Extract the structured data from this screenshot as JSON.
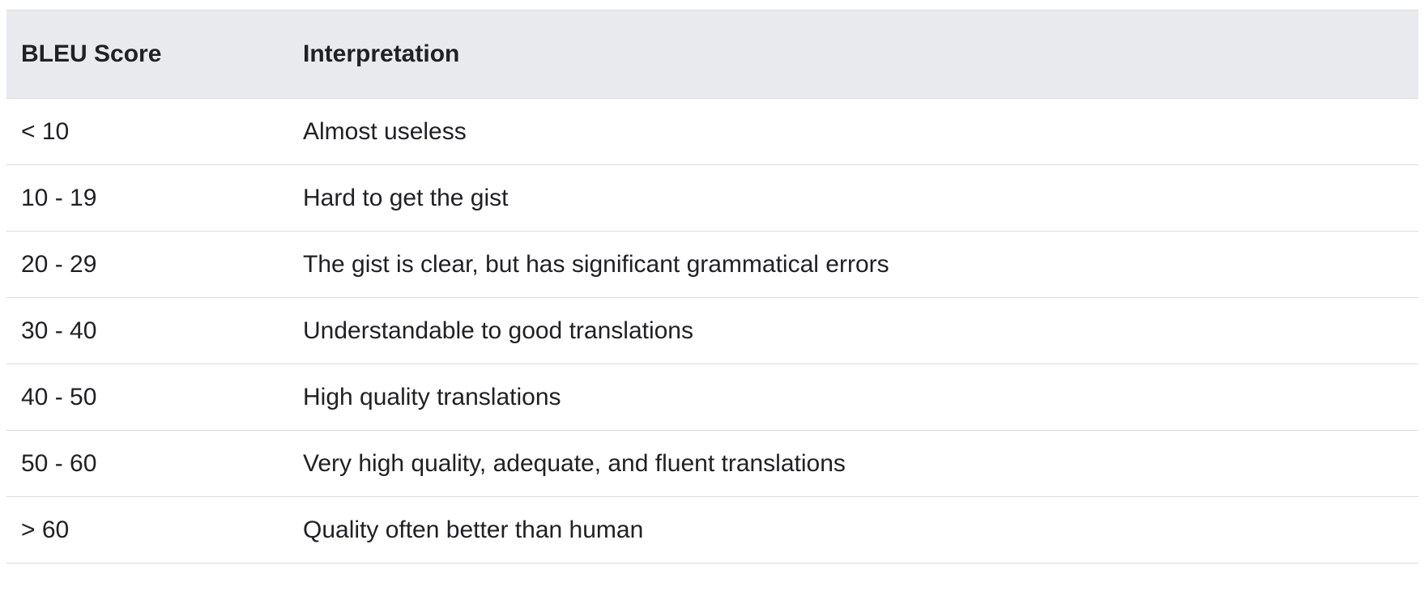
{
  "table": {
    "headers": [
      "BLEU Score",
      "Interpretation"
    ],
    "rows": [
      {
        "score": "< 10",
        "interpretation": "Almost useless"
      },
      {
        "score": "10 - 19",
        "interpretation": "Hard to get the gist"
      },
      {
        "score": "20 - 29",
        "interpretation": "The gist is clear, but has significant grammatical errors"
      },
      {
        "score": "30 - 40",
        "interpretation": "Understandable to good translations"
      },
      {
        "score": "40 - 50",
        "interpretation": "High quality translations"
      },
      {
        "score": "50 - 60",
        "interpretation": "Very high quality, adequate, and fluent translations"
      },
      {
        "score": "> 60",
        "interpretation": "Quality often better than human"
      }
    ]
  },
  "colors": {
    "header_background": "#e8eaed",
    "border": "#dadce0",
    "text": "#202124"
  }
}
